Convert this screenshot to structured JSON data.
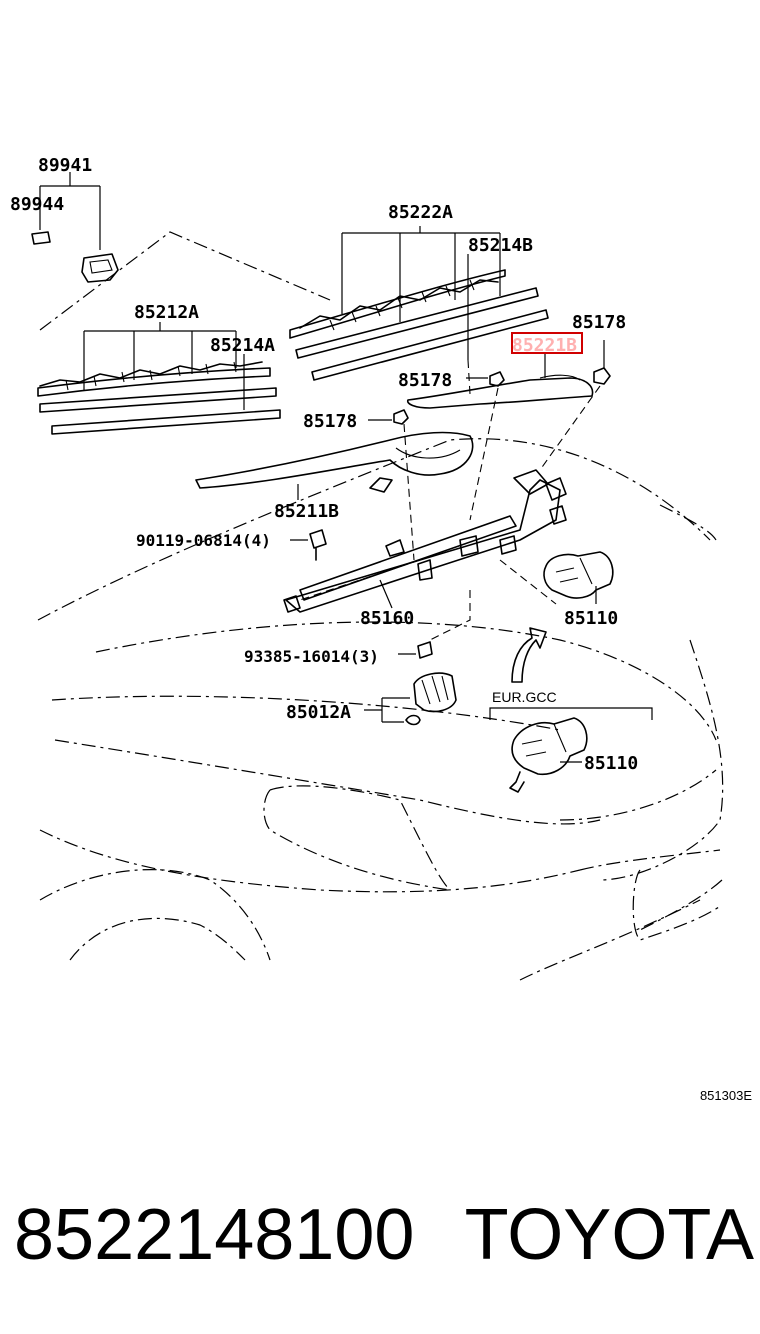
{
  "diagram": {
    "labels": {
      "l_89941": "89941",
      "l_89944": "89944",
      "l_85222A": "85222A",
      "l_85214B": "85214B",
      "l_85212A": "85212A",
      "l_85214A": "85214A",
      "l_85178_top": "85178",
      "l_85221B": "85221B",
      "l_85178_mid": "85178",
      "l_85178_left": "85178",
      "l_85211B": "85211B",
      "l_90119": "90119-06814(4)",
      "l_85160": "85160",
      "l_85110_top": "85110",
      "l_93385": "93385-16014(3)",
      "l_85012A": "85012A",
      "l_eur": "EUR.GCC",
      "l_85110_bottom": "85110"
    },
    "figure_code": "851303E"
  },
  "footer": {
    "part_number": "8522148100",
    "brand": "TOYOTA"
  },
  "colors": {
    "highlight": "#d00000",
    "line": "#000000"
  }
}
